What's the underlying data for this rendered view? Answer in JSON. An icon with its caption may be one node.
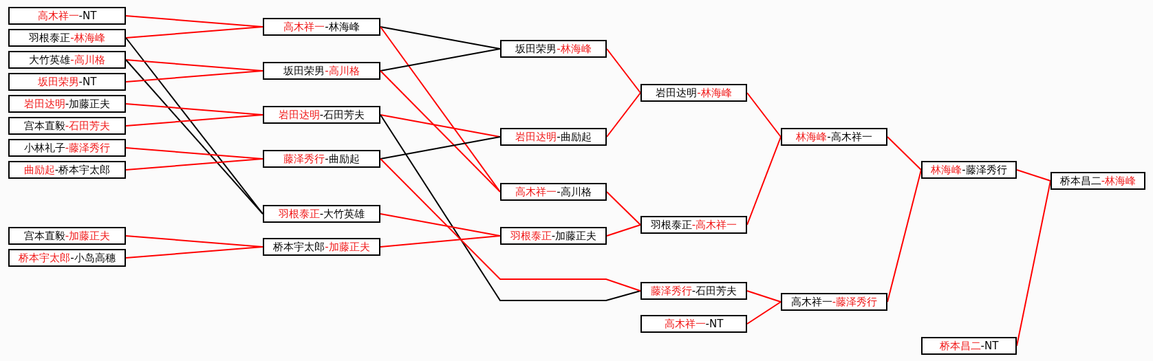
{
  "diagram": {
    "nodes": [
      {
        "text": [
          "高木祥一",
          "-NT"
        ]
      },
      {
        "text": [
          "羽根泰正",
          "-林海峰"
        ]
      },
      {
        "text": [
          "大竹英雄",
          "-高川格"
        ]
      },
      {
        "text": [
          "坂田荣男",
          "-NT"
        ]
      },
      {
        "text": [
          "岩田达明",
          "-加藤正夫"
        ]
      },
      {
        "text": [
          "宫本直毅",
          "-石田芳夫"
        ]
      },
      {
        "text": [
          "小林礼子",
          "-藤泽秀行"
        ]
      },
      {
        "text": [
          "曲励起",
          "-桥本宇太郎"
        ]
      },
      {
        "text": [
          "宫本直毅",
          "-加藤正夫"
        ]
      },
      {
        "text": [
          "桥本宇太郎",
          "-小岛高穗"
        ]
      },
      {
        "text": [
          "高木祥一",
          "-林海峰"
        ]
      },
      {
        "text": [
          "坂田荣男",
          "-高川格"
        ]
      },
      {
        "text": [
          "岩田达明",
          "-石田芳夫"
        ]
      },
      {
        "text": [
          "藤泽秀行",
          "-曲励起"
        ]
      },
      {
        "text": [
          "羽根泰正",
          "-大竹英雄"
        ]
      },
      {
        "text": [
          "桥本宇太郎",
          "-加藤正夫"
        ]
      },
      {
        "text": [
          "坂田荣男",
          "-林海峰"
        ]
      },
      {
        "text": [
          "岩田达明",
          "-曲励起"
        ]
      },
      {
        "text": [
          "高木祥一",
          "-高川格"
        ]
      },
      {
        "text": [
          "羽根泰正",
          "-加藤正夫"
        ]
      },
      {
        "text": [
          "岩田达明",
          "-林海峰"
        ]
      },
      {
        "text": [
          "羽根泰正",
          "-高木祥一"
        ]
      },
      {
        "text": [
          "藤泽秀行",
          "-石田芳夫"
        ]
      },
      {
        "text": [
          "高木祥一",
          "-NT"
        ]
      },
      {
        "text": [
          "林海峰",
          "-高木祥一"
        ]
      },
      {
        "text": [
          "高木祥一",
          "-藤泽秀行"
        ]
      },
      {
        "text": [
          "林海峰",
          "-藤泽秀行"
        ]
      },
      {
        "text": [
          "桥本昌二",
          "-NT"
        ]
      },
      {
        "text": [
          "桥本昌二",
          "-林海峰"
        ]
      }
    ],
    "edges": [
      {
        "from": 0,
        "to": 10,
        "arrow": "none"
      },
      {
        "from": 1,
        "to": 10,
        "arrow": "none"
      },
      {
        "from": 1,
        "to": 14,
        "arrow": "none",
        "color": "#000000"
      },
      {
        "from": 2,
        "to": 11,
        "arrow": "none"
      },
      {
        "from": 2,
        "to": 14,
        "arrow": "none",
        "color": "#000000"
      },
      {
        "from": 3,
        "to": 11,
        "arrow": "none"
      },
      {
        "from": 4,
        "to": 12,
        "arrow": "none"
      },
      {
        "from": 5,
        "to": 12,
        "arrow": "none"
      },
      {
        "from": 6,
        "to": 13,
        "arrow": "none"
      },
      {
        "from": 7,
        "to": 13,
        "arrow": "none"
      },
      {
        "from": 8,
        "to": 15,
        "arrow": "none"
      },
      {
        "from": 9,
        "to": 15,
        "arrow": "none"
      },
      {
        "from": 10,
        "to": 16,
        "arrow": "none",
        "color": "#000000"
      },
      {
        "from": 10,
        "to": 18,
        "arrow": "none"
      },
      {
        "from": 11,
        "to": 16,
        "arrow": "none",
        "color": "#000000"
      },
      {
        "from": 11,
        "to": 18,
        "arrow": "none"
      },
      {
        "from": 12,
        "to": 17,
        "arrow": "none"
      },
      {
        "from": 12,
        "to": 22,
        "arrow": "none",
        "color": "#000000"
      },
      {
        "from": 13,
        "to": 17,
        "arrow": "none",
        "color": "#000000"
      },
      {
        "from": 13,
        "to": 22,
        "arrow": "none"
      },
      {
        "from": 14,
        "to": 19,
        "arrow": "none"
      },
      {
        "from": 15,
        "to": 19,
        "arrow": "none"
      },
      {
        "from": 16,
        "to": 20,
        "arrow": "none"
      },
      {
        "from": 17,
        "to": 20,
        "arrow": "none"
      },
      {
        "from": 18,
        "to": 21,
        "arrow": "none"
      },
      {
        "from": 19,
        "to": 21,
        "arrow": "none"
      },
      {
        "from": 20,
        "to": 24,
        "arrow": "none"
      },
      {
        "from": 21,
        "to": 24,
        "arrow": "none"
      },
      {
        "from": 22,
        "to": 25,
        "arrow": "none"
      },
      {
        "from": 23,
        "to": 25,
        "arrow": "none"
      },
      {
        "from": 24,
        "to": 26,
        "arrow": "none"
      },
      {
        "from": 25,
        "to": 26,
        "arrow": "none"
      },
      {
        "from": 26,
        "to": 28,
        "arrow": "none"
      },
      {
        "from": 27,
        "to": 28,
        "arrow": "none"
      }
    ]
  }
}
